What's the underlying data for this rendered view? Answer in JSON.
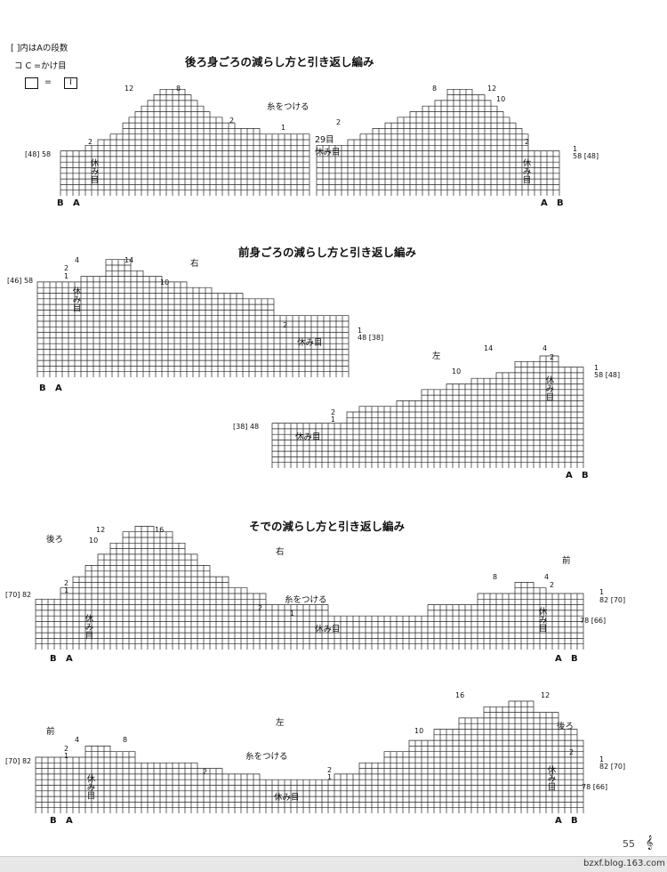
{
  "legend": {
    "bracket_note": "[  ]内はAの段数",
    "yarnover_note": "コ C =かけ目",
    "eq_sign": "=",
    "stitch_mark": "I"
  },
  "back": {
    "title": "後ろ身ごろの減らし方と引き返し編み",
    "left_rows": "[48] 58",
    "num_12": "12",
    "num_8": "8",
    "num_2a": "2",
    "num_2b": "2",
    "num_1": "1",
    "attach_yarn": "糸をつける",
    "right_12": "12",
    "right_8": "8",
    "right_10": "10",
    "right_2a": "2",
    "right_2b": "2",
    "right_1": "1",
    "st29": "29目",
    "rest_center": "休み目",
    "rest_left": "休み目",
    "rest_right": "休み目",
    "right_rows": "58 [48]",
    "B1": "B",
    "A1": "A",
    "A2": "A",
    "B2": "B"
  },
  "front": {
    "title": "前身ごろの減らし方と引き返し編み",
    "right_label": "右",
    "left_label": "左",
    "r_rows": "[46] 58",
    "r_4": "4",
    "r_14": "14",
    "r_2": "2",
    "r_1": "1",
    "r_10": "10",
    "r_2b": "2",
    "r_rest": "休み目",
    "r_rest2": "休み目",
    "r_end_1": "1",
    "r_end_rows": "48 [38]",
    "l_14": "14",
    "l_4": "4",
    "l_10": "10",
    "l_2": "2",
    "l_1": "1",
    "l_2b": "2",
    "l_rows": "[38] 48",
    "l_rest": "休み目",
    "l_rest2": "休み目",
    "l_end_1": "1",
    "l_end_rows": "58 [48]",
    "B1": "B",
    "A1": "A",
    "A2": "A",
    "B2": "B"
  },
  "sleeve": {
    "title": "そでの減らし方と引き返し編み",
    "right_label": "右",
    "left_label": "左",
    "back_label": "後ろ",
    "front_label": "前",
    "front_label2": "前",
    "back_label2": "後ろ",
    "rows_left": "[70] 82",
    "rows_left2": "[70] 82",
    "rows_right": "82 [70]",
    "rows_right2": "82 [70]",
    "rows_78a": "78 [66]",
    "rows_78b": "78 [66]",
    "attach1": "糸をつける",
    "attach2": "糸をつける",
    "rest_a": "休み目",
    "rest_b": "休み目",
    "rest_c": "休み目",
    "rest_d": "休み目",
    "rest_e": "休み目",
    "rest_f": "休み目",
    "n12": "12",
    "n16": "16",
    "n10": "10",
    "n2": "2",
    "n1": "1",
    "n8": "8",
    "n4": "4",
    "n2b": "2",
    "n1b": "1",
    "n2c": "2",
    "n1c": "1",
    "m4": "4",
    "m8": "8",
    "m2": "2",
    "m1": "1",
    "m2b": "2",
    "m16": "16",
    "m12": "12",
    "m10": "10",
    "m2c": "2",
    "m1c": "1",
    "m2d": "2",
    "m1d": "1",
    "B1": "B",
    "A1": "A",
    "A2": "A",
    "B2": "B",
    "B3": "B",
    "A3": "A",
    "A4": "A",
    "B4": "B"
  },
  "page_number": "55",
  "footer_url": "bzxf.blog.163.com"
}
